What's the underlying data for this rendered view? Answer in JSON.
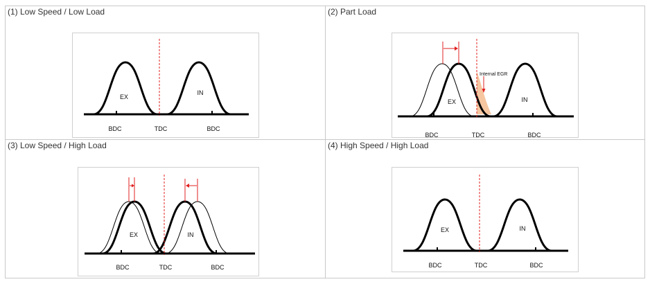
{
  "cells": [
    {
      "caption": "(1) Low Speed / Low Load",
      "ex": "EX",
      "in": "IN",
      "bdc_left": "BDC",
      "tdc": "TDC",
      "bdc_right": "BDC"
    },
    {
      "caption": "(2) Part Load",
      "ex": "EX",
      "in": "IN",
      "bdc_left": "BDC",
      "tdc": "TDC",
      "bdc_right": "BDC",
      "annotation": "Internal EGR"
    },
    {
      "caption": "(3) Low Speed / High Load",
      "ex": "EX",
      "in": "IN",
      "bdc_left": "BDC",
      "tdc": "TDC",
      "bdc_right": "BDC"
    },
    {
      "caption": "(4) High Speed / High Load",
      "ex": "EX",
      "in": "IN",
      "bdc_left": "BDC",
      "tdc": "TDC",
      "bdc_right": "BDC"
    }
  ],
  "colors": {
    "curve": "#000000",
    "tdc_line": "#e02020",
    "egr_fill": "#f5c6a0",
    "arrow": "#e02020"
  }
}
